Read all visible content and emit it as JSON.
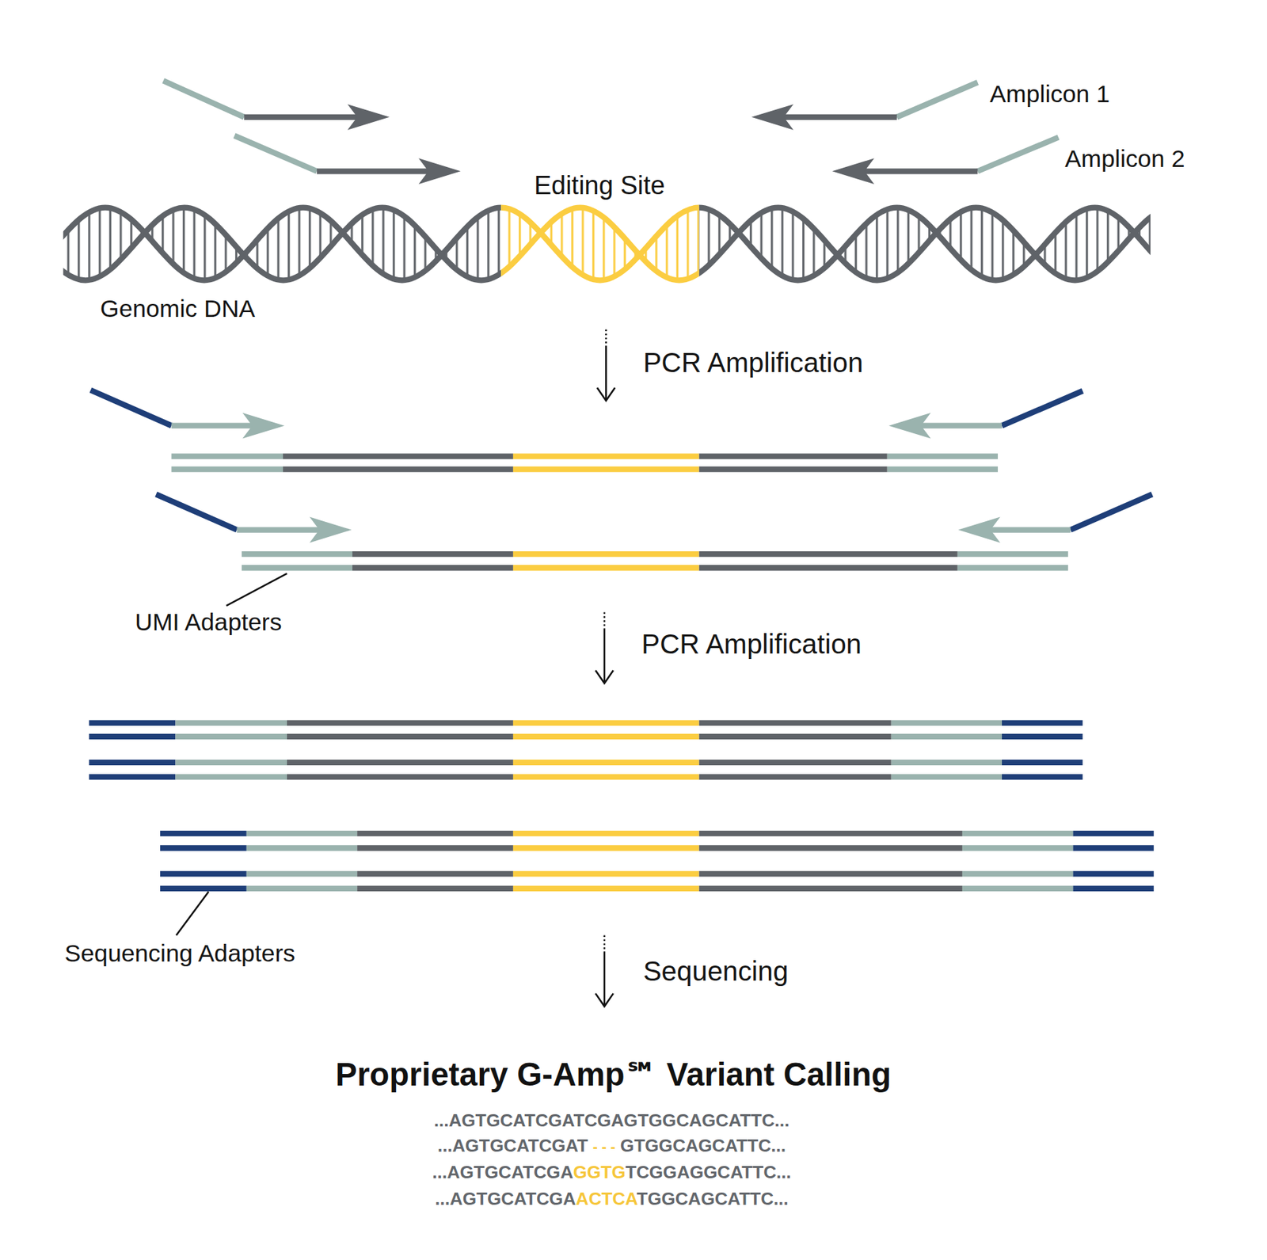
{
  "diagram": {
    "title": "Proprietary G-Amp℠ Variant Calling",
    "labels": [
      "Amplicon 1",
      "Amplicon 2",
      "Editing Site",
      "Genomic DNA",
      "PCR Amplification",
      "UMI Adapters",
      "PCR Amplification",
      "Sequencing Adapters",
      "Sequencing",
      "...AGTGCATCGATCGAGTGGCAGCATTC...",
      "...AGTGCATCGAT",
      "- - -",
      "GTGGCAGCATTC...",
      "...AGTGCATCGA",
      "GGTG",
      "TCGGAGGCATTC...",
      "...AGTGCATCGA",
      "ACTCA",
      "TGGCAGCATTC..."
    ]
  }
}
